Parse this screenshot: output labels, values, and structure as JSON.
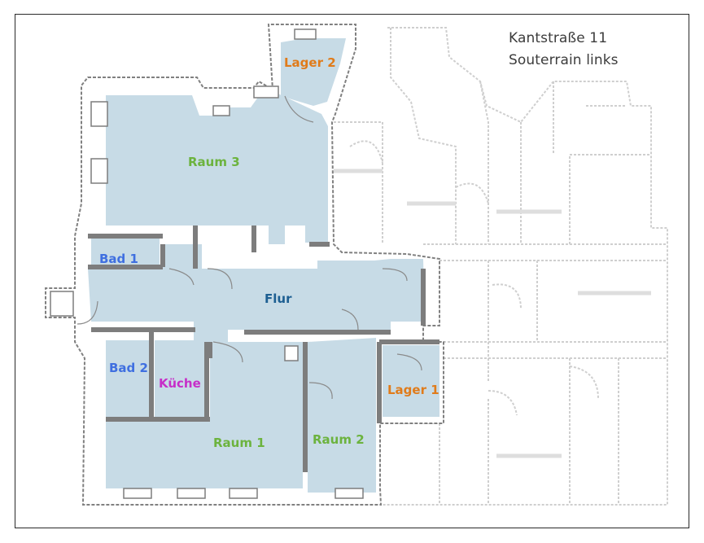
{
  "header": {
    "address": "Kantstraße 11",
    "subtitle": "Souterrain links"
  },
  "colors": {
    "room_fill": "#c7dbe6",
    "wall": "#7a7a7a",
    "faded_wall": "#c9c9c9",
    "green": "#6cb33e",
    "orange": "#e07b1a",
    "blue": "#3f6fe0",
    "dark_blue": "#1d5f92",
    "magenta": "#c62fc8"
  },
  "rooms": {
    "raum3": "Raum 3",
    "lager2": "Lager 2",
    "bad1": "Bad 1",
    "flur": "Flur",
    "bad2": "Bad 2",
    "kueche": "Küche",
    "lager1": "Lager 1",
    "raum1": "Raum 1",
    "raum2": "Raum 2"
  }
}
